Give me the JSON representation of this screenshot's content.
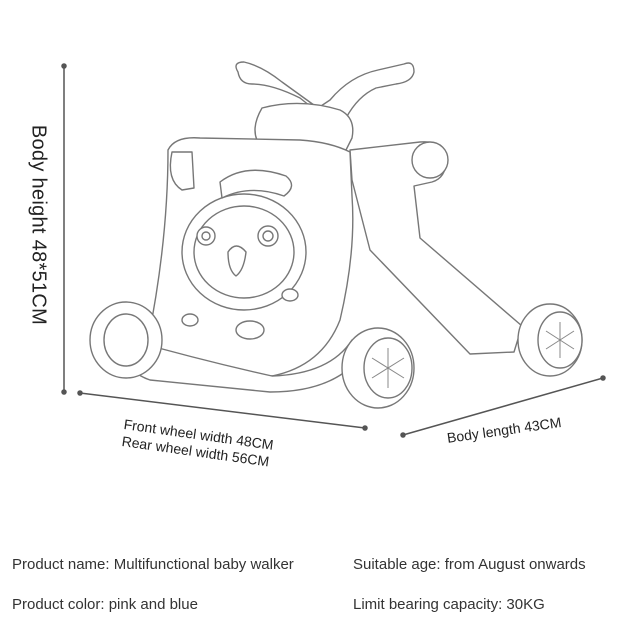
{
  "dimensions": {
    "body_height": "Body height 48*51CM",
    "front_wheel_width": "Front wheel width 48CM",
    "rear_wheel_width": "Rear wheel width 56CM",
    "body_length": "Body length 43CM"
  },
  "specs": {
    "product_name": "Product name: Multifunctional baby walker",
    "suitable_age": "Suitable age: from August onwards",
    "product_color": "Product color: pink and blue",
    "bearing_capacity": "Limit bearing capacity: 30KG"
  }
}
